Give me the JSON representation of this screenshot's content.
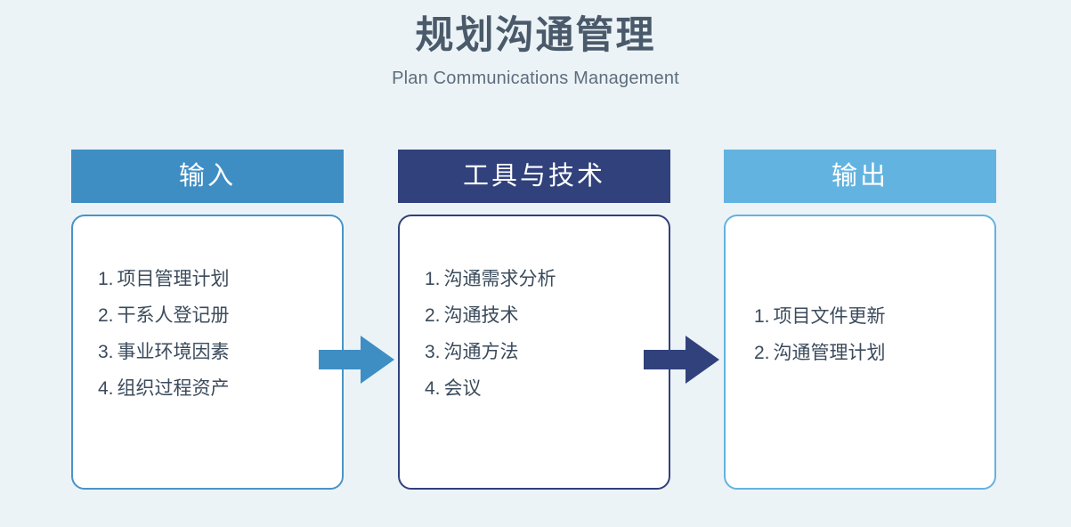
{
  "title": {
    "main": "规划沟通管理",
    "sub": "Plan Communications Management"
  },
  "colors": {
    "background": "#ecf3f7",
    "input_accent": "#3e8ec4",
    "tools_accent": "#31417c",
    "output_accent": "#63b3e0",
    "text": "#3b4b5c",
    "title_text": "#4a5a6a",
    "card_background": "#ffffff"
  },
  "columns": [
    {
      "header": "输入",
      "items": [
        {
          "num": "1.",
          "label": "项目管理计划"
        },
        {
          "num": "2.",
          "label": "干系人登记册"
        },
        {
          "num": "3.",
          "label": "事业环境因素"
        },
        {
          "num": "4.",
          "label": "组织过程资产"
        }
      ]
    },
    {
      "header": "工具与技术",
      "items": [
        {
          "num": "1.",
          "label": "沟通需求分析"
        },
        {
          "num": "2.",
          "label": "沟通技术"
        },
        {
          "num": "3.",
          "label": "沟通方法"
        },
        {
          "num": "4.",
          "label": "会议"
        }
      ]
    },
    {
      "header": "输出",
      "items": [
        {
          "num": "1.",
          "label": "项目文件更新"
        },
        {
          "num": "2.",
          "label": "沟通管理计划"
        }
      ]
    }
  ],
  "arrows": [
    {
      "name": "arrow-input-to-tools",
      "color": "#3e8ec4"
    },
    {
      "name": "arrow-tools-to-output",
      "color": "#31417c"
    }
  ]
}
